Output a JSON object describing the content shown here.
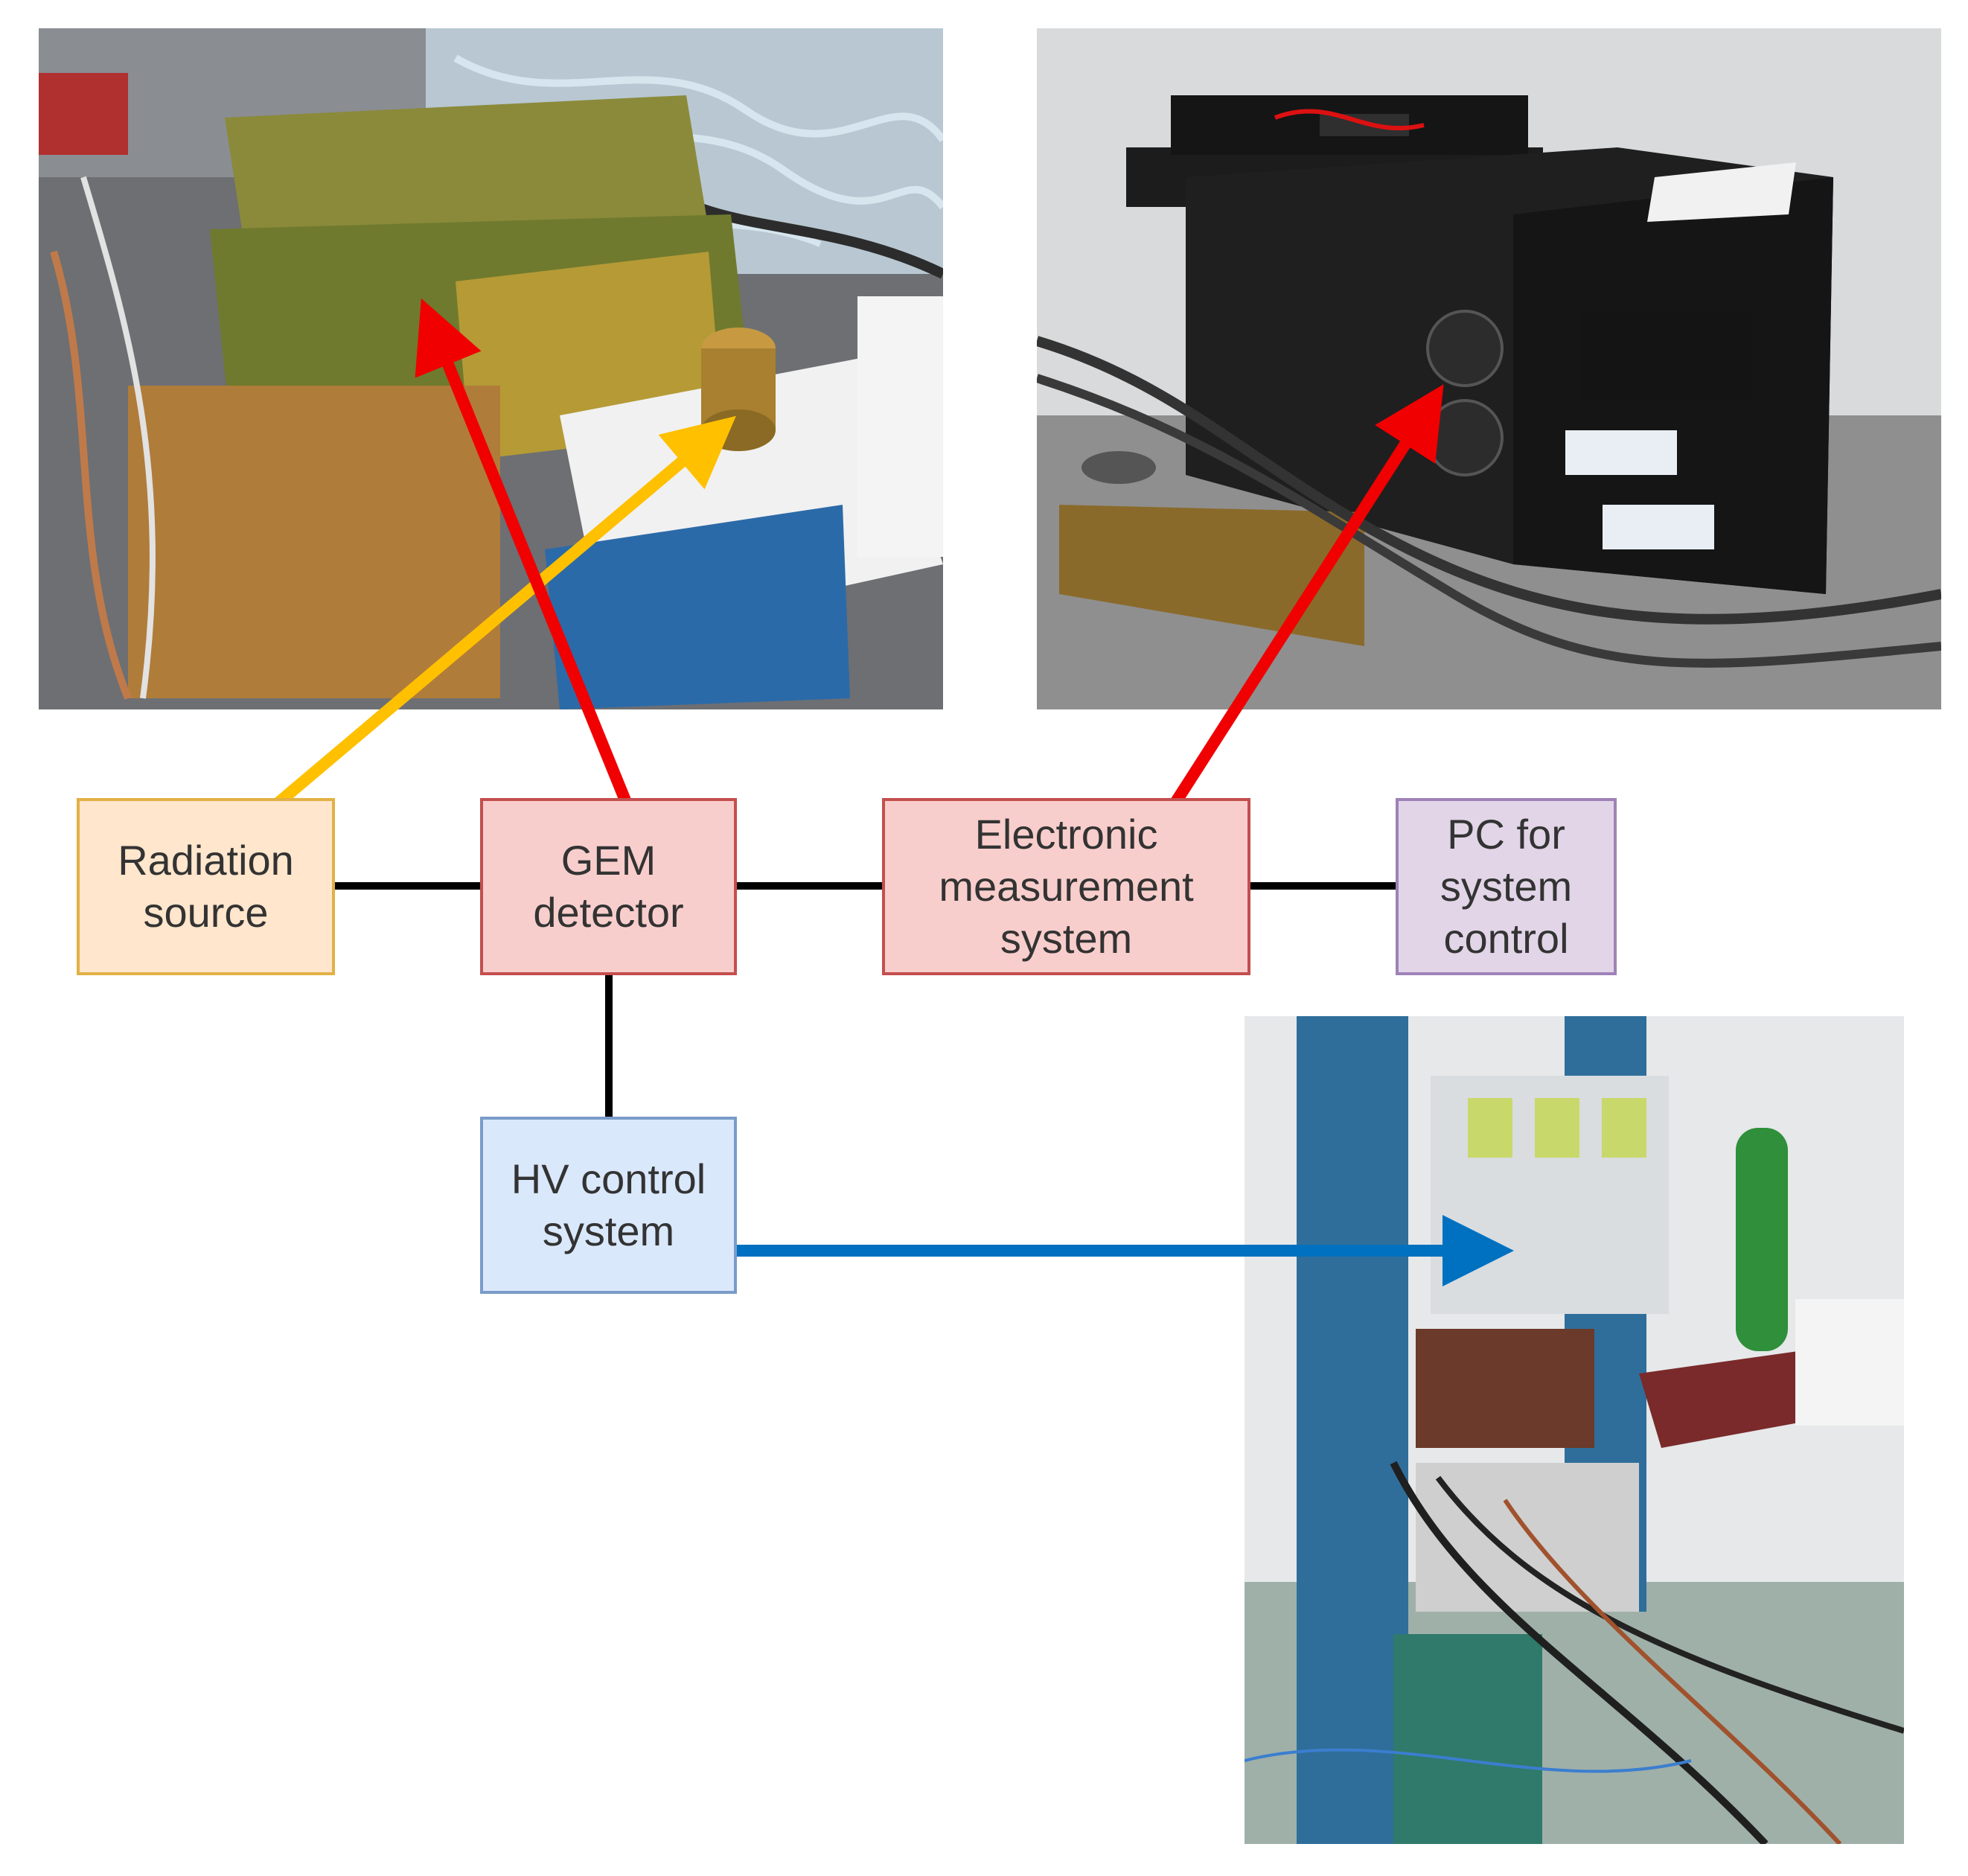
{
  "boxes": {
    "radiation": {
      "label": "Radiation\nsource",
      "fill": "#FFE6CC",
      "border": "#E2B045"
    },
    "gem": {
      "label": "GEM\ndetector",
      "fill": "#F8CECC",
      "border": "#C44E4E"
    },
    "electronic": {
      "label": "Electronic\nmeasurement\nsystem",
      "fill": "#F8CECC",
      "border": "#C44E4E"
    },
    "pc": {
      "label": "PC for\nsystem\ncontrol",
      "fill": "#E1D5E7",
      "border": "#9E82B8"
    },
    "hv": {
      "label": "HV control\nsystem",
      "fill": "#DAE8FC",
      "border": "#7A9BC9"
    }
  },
  "photos": {
    "gem_setup": {
      "subject": "GEM detector setup with radiation source on lab bench"
    },
    "electronics": {
      "subject": "Electronic measurement system chassis"
    },
    "hv_rack": {
      "subject": "HV control system rack"
    }
  },
  "arrow_colors": {
    "red": "#F00000",
    "yellow": "#FFC000",
    "blue": "#0070C0",
    "line": "#000000"
  }
}
